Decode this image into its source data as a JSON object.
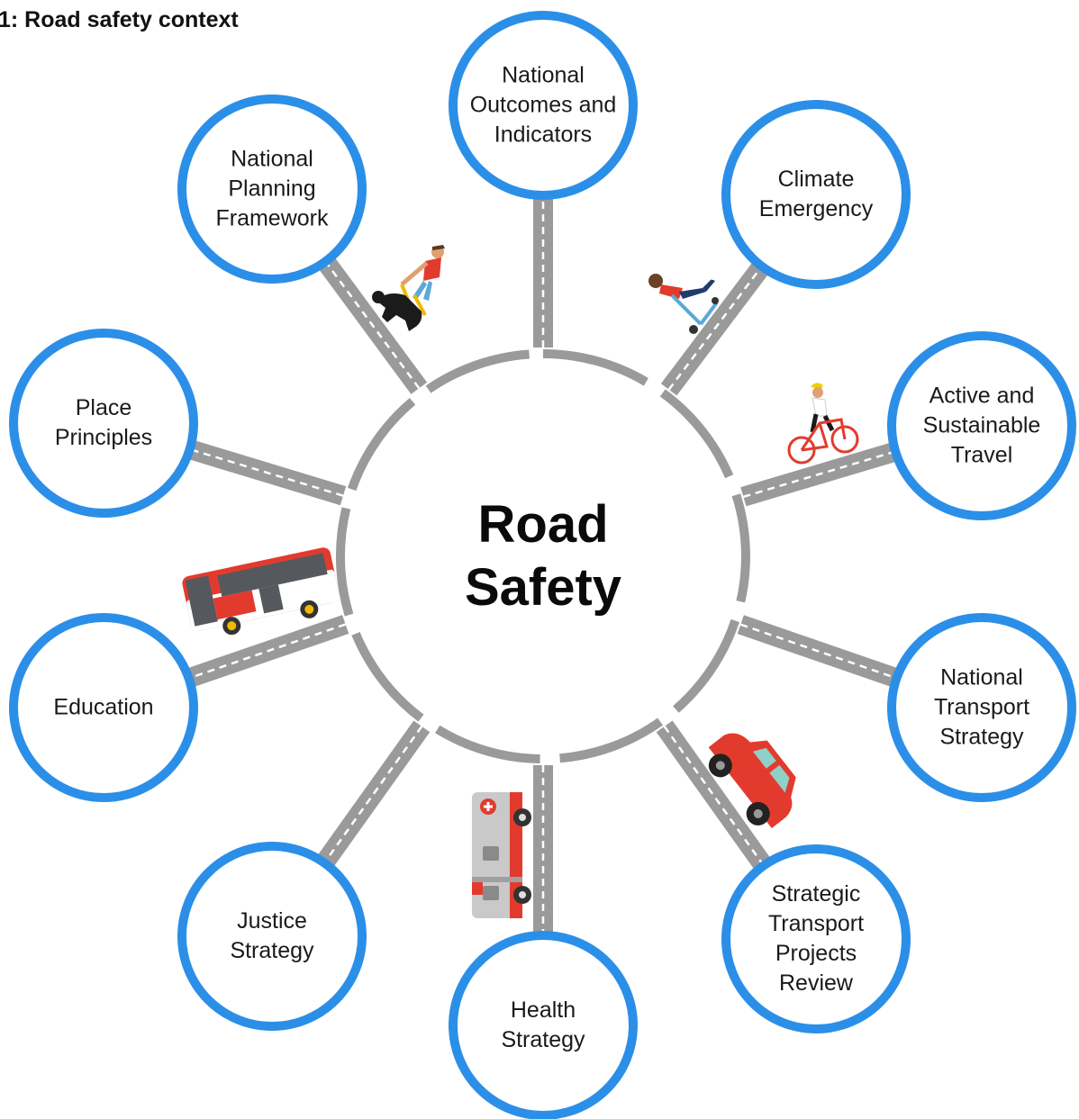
{
  "title": "1: Road safety context",
  "center": {
    "line1": "Road",
    "line2": "Safety"
  },
  "nodes": [
    {
      "id": "national-outcomes",
      "lines": [
        "National",
        "Outcomes and",
        "Indicators"
      ]
    },
    {
      "id": "climate-emergency",
      "lines": [
        "Climate",
        "Emergency"
      ]
    },
    {
      "id": "active-travel",
      "lines": [
        "Active and",
        "Sustainable",
        "Travel"
      ]
    },
    {
      "id": "national-transport-strategy",
      "lines": [
        "National",
        "Transport",
        "Strategy"
      ]
    },
    {
      "id": "strategic-transport-projects-review",
      "lines": [
        "Strategic",
        "Transport",
        "Projects",
        "Review"
      ]
    },
    {
      "id": "health-strategy",
      "lines": [
        "Health",
        "Strategy"
      ]
    },
    {
      "id": "justice-strategy",
      "lines": [
        "Justice",
        "Strategy"
      ]
    },
    {
      "id": "education",
      "lines": [
        "Education"
      ]
    },
    {
      "id": "place-principles",
      "lines": [
        "Place",
        "Principles"
      ]
    },
    {
      "id": "national-planning-framework",
      "lines": [
        "National",
        "Planning",
        "Framework"
      ]
    }
  ],
  "colors": {
    "circle_stroke": "#2b8fe8",
    "road": "#9a9a9a",
    "road_dash": "#ffffff",
    "text": "#1a1a1a"
  },
  "illustrations": [
    "dog-walker-icon",
    "scooter-rider-icon",
    "cyclist-icon",
    "bus-icon",
    "ambulance-icon",
    "car-icon"
  ]
}
